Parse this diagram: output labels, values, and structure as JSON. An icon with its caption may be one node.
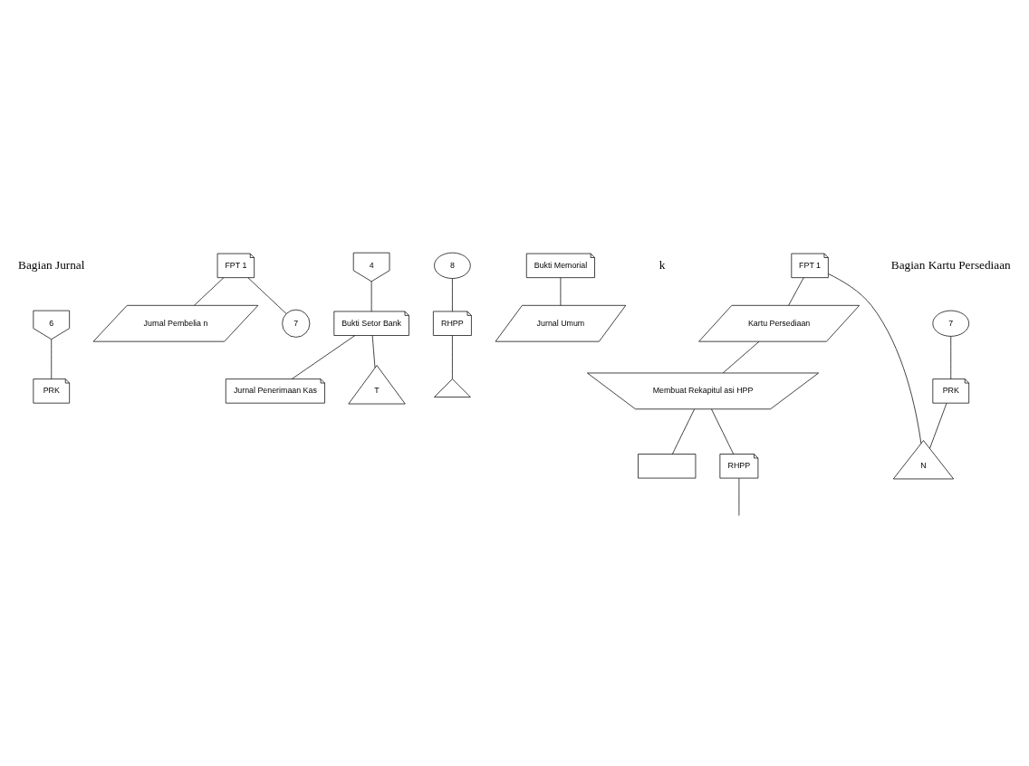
{
  "diagram": {
    "nodes": [
      {
        "text": [
          "6"
        ]
      },
      {
        "text": [
          "PRK"
        ]
      },
      {
        "text": [
          "FPT 1"
        ]
      },
      {
        "text": [
          "Jurnal Pembelia n"
        ]
      },
      {
        "text": [
          "7"
        ]
      },
      {
        "text": [
          "4"
        ]
      },
      {
        "text": [
          "Bukti Setor Bank"
        ]
      },
      {
        "text": [
          "Jurnal Penerimaan Kas"
        ]
      },
      {
        "text": [
          "T"
        ]
      },
      {
        "text": [
          "8"
        ]
      },
      {
        "text": [
          "RHPP"
        ]
      },
      {
        "text": [
          "Bukti Memorial"
        ]
      },
      {
        "text": [
          "Jurnal Umum"
        ]
      },
      {
        "text": [],
        "shape": "triangle"
      },
      {
        "text": [
          "7"
        ]
      },
      {
        "text": [
          "PRK"
        ]
      },
      {
        "text": [
          "FPT 1"
        ]
      },
      {
        "text": [
          "Kartu Persediaan"
        ]
      },
      {
        "text": [
          "N"
        ]
      },
      {
        "text": [
          "Membuat Rekapitul asi HPP"
        ]
      },
      {
        "text": [],
        "shape": "box"
      },
      {
        "text": [
          "RHPP"
        ]
      }
    ],
    "edges": [
      {
        "from": 0,
        "to": 1,
        "arrow": "none"
      },
      {
        "from": 2,
        "to": 3,
        "arrow": "none"
      },
      {
        "from": 2,
        "to": 4,
        "arrow": "none"
      },
      {
        "from": 5,
        "to": 6,
        "arrow": "none"
      },
      {
        "from": 6,
        "to": 7,
        "arrow": "none"
      },
      {
        "from": 6,
        "to": 8,
        "arrow": "none"
      },
      {
        "from": 9,
        "to": 10,
        "arrow": "none"
      },
      {
        "from": 11,
        "to": 12,
        "arrow": "none"
      },
      {
        "from": 10,
        "to": 13,
        "arrow": "none"
      },
      {
        "from": 14,
        "to": 15,
        "arrow": "none"
      },
      {
        "from": 16,
        "to": 17,
        "arrow": "none"
      },
      {
        "from": 15,
        "to": 18,
        "arrow": "none"
      },
      {
        "from": 16,
        "to": 18,
        "arrow": "none"
      },
      {
        "from": 17,
        "to": 19,
        "arrow": "none"
      },
      {
        "from": 19,
        "to": 20,
        "arrow": "none"
      },
      {
        "from": 19,
        "to": 21,
        "arrow": "none"
      },
      {
        "from": 21,
        "to": null,
        "arrow": "none"
      }
    ],
    "labels": [
      "Bagian Jurnal",
      "Bagian Kartu Persediaan",
      "k"
    ]
  }
}
